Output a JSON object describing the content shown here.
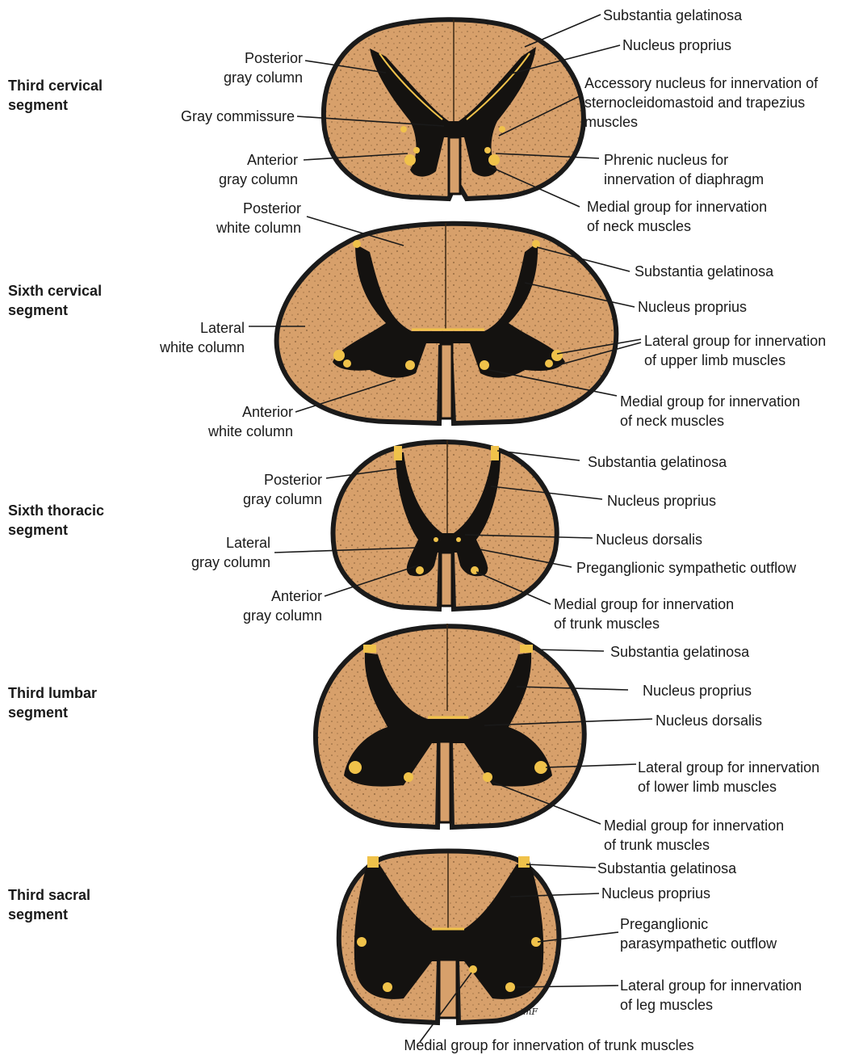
{
  "colors": {
    "white_matter": "#d7a06b",
    "gray_matter": "#141210",
    "nucleus_yellow": "#f0c24a",
    "outline": "#1a1a1a"
  },
  "segments": [
    {
      "title": "Third cervical\nsegment",
      "left_labels": [
        "Posterior\ngray column",
        "Gray commissure",
        "Anterior\ngray column"
      ],
      "right_labels": [
        "Substantia gelatinosa",
        "Nucleus proprius",
        "Accessory nucleus for innervation of\nsternocleidomastoid and trapezius\nmuscles",
        "Phrenic nucleus for\ninnervation of diaphragm",
        "Medial group for innervation\nof neck muscles"
      ]
    },
    {
      "title": "Sixth cervical\nsegment",
      "left_labels": [
        "Posterior\nwhite column",
        "Lateral\nwhite column",
        "Anterior\nwhite column"
      ],
      "right_labels": [
        "Substantia gelatinosa",
        "Nucleus proprius",
        "Lateral group for innervation\nof upper limb muscles",
        "Medial group for innervation\nof neck muscles"
      ]
    },
    {
      "title": "Sixth thoracic\nsegment",
      "left_labels": [
        "Posterior\ngray column",
        "Lateral\ngray column",
        "Anterior\ngray column"
      ],
      "right_labels": [
        "Substantia gelatinosa",
        "Nucleus proprius",
        "Nucleus dorsalis",
        "Preganglionic sympathetic outflow",
        "Medial group for innervation\nof trunk muscles"
      ]
    },
    {
      "title": "Third lumbar\nsegment",
      "left_labels": [],
      "right_labels": [
        "Substantia gelatinosa",
        "Nucleus proprius",
        "Nucleus dorsalis",
        "Lateral group for innervation\nof lower limb muscles",
        "Medial group for innervation\nof trunk muscles"
      ]
    },
    {
      "title": "Third sacral\nsegment",
      "left_labels": [],
      "right_labels": [
        "Substantia gelatinosa",
        "Nucleus proprius",
        "Preganglionic\nparasympathetic outflow",
        "Lateral group for innervation\nof leg muscles"
      ],
      "bottom_label": "Medial group for innervation of trunk muscles"
    }
  ],
  "artist_signature": "mF"
}
